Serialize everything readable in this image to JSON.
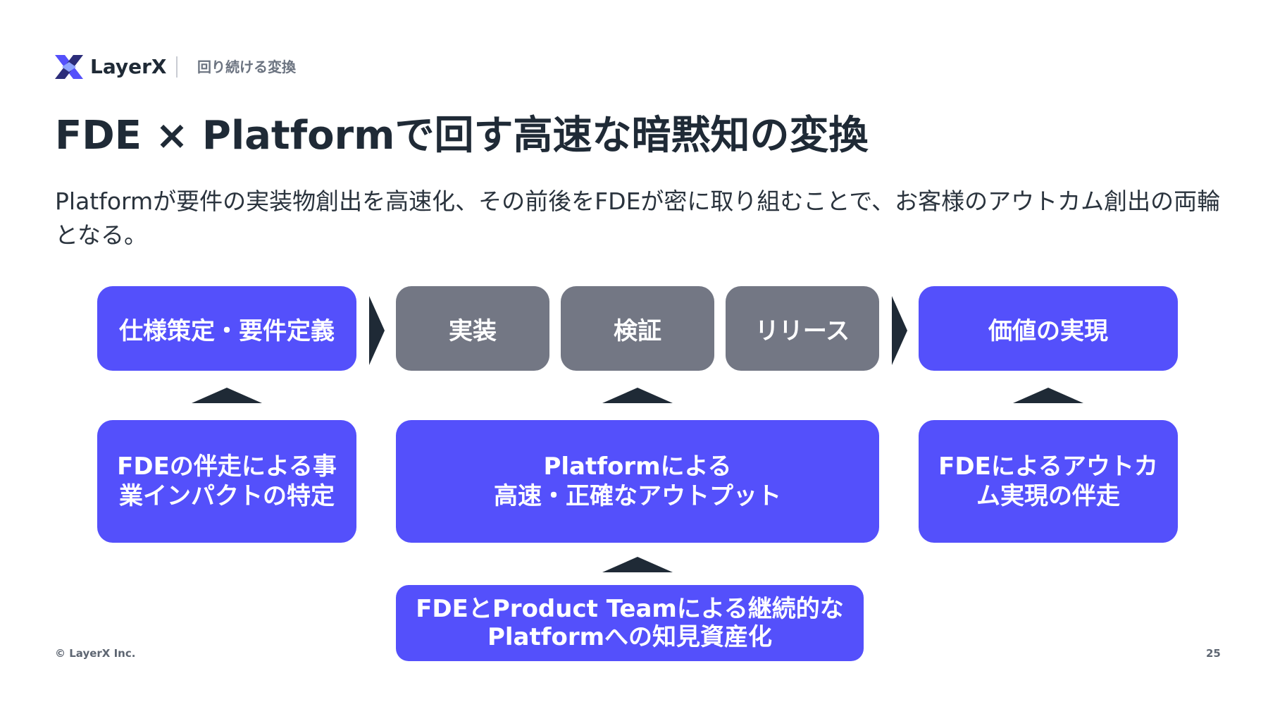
{
  "header": {
    "brand": "LayerX",
    "tagline": "回り続ける変換",
    "logo_colors": [
      "#2c2d7a",
      "#5450fb",
      "#8ea4ff"
    ]
  },
  "title": "FDE × Platformで回す高速な暗黙知の変換",
  "subtitle": "Platformが要件の実装物創出を高速化、その前後をFDEが密に取り組むことで、お客様のアウトカム創出の両輪となる。",
  "flow": {
    "top_row": [
      {
        "label": "仕様策定・要件定義",
        "color": "#5450fb"
      },
      {
        "label": "実装",
        "color": "#737784"
      },
      {
        "label": "検証",
        "color": "#737784"
      },
      {
        "label": "リリース",
        "color": "#737784"
      },
      {
        "label": "価値の実現",
        "color": "#5450fb"
      }
    ],
    "middle_row": [
      {
        "label": "FDEの伴走による事\n業インパクトの特定"
      },
      {
        "label": "Platformによる\n高速・正確なアウトプット"
      },
      {
        "label": "FDEによるアウトカ\nム実現の伴走"
      }
    ],
    "bottom": {
      "label": "FDEとProduct Teamによる継続的な\nPlatformへの知見資産化"
    },
    "arrow_color": "#1f2a36"
  },
  "footer": {
    "copyright": "© LayerX Inc.",
    "page_number": "25"
  }
}
